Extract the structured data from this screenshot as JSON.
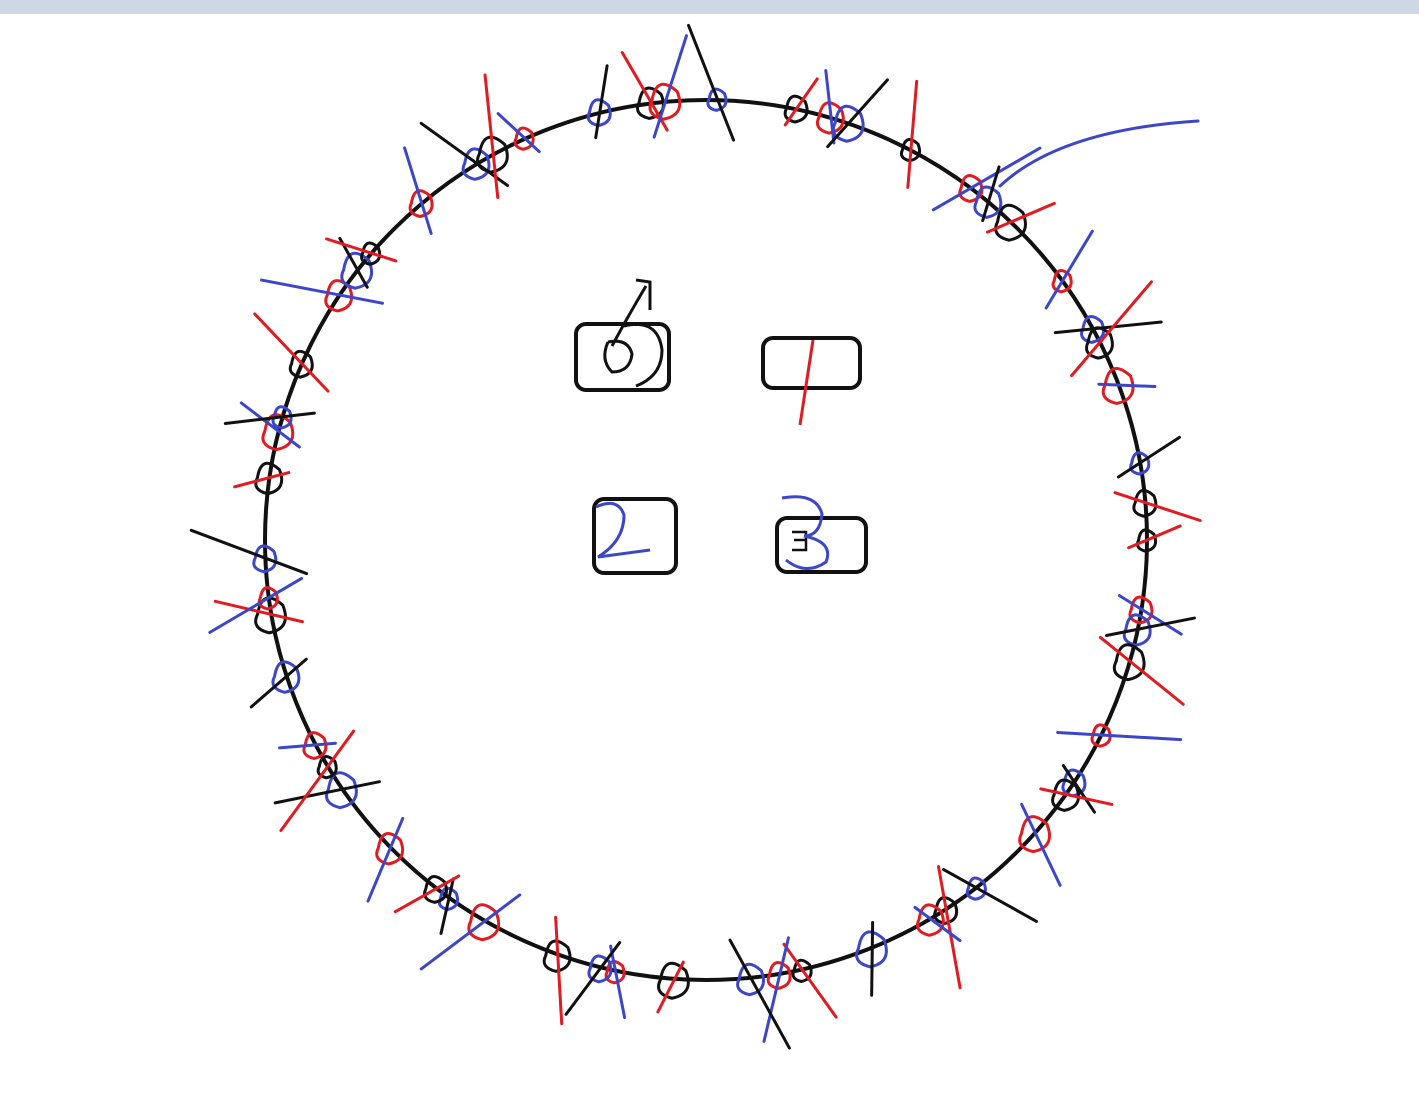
{
  "window": {
    "topbar_color": "#cdd6e2",
    "background": "#ffffff"
  },
  "canvas": {
    "stroke_colors": {
      "black": "#111111",
      "red": "#e11b22",
      "blue": "#3c46c8"
    },
    "boxes": [
      {
        "id": "box-top-left",
        "mark": "0"
      },
      {
        "id": "box-top-right",
        "mark": "1"
      },
      {
        "id": "box-bottom-left",
        "mark": "2"
      },
      {
        "id": "box-bottom-right",
        "mark": "3"
      }
    ]
  }
}
